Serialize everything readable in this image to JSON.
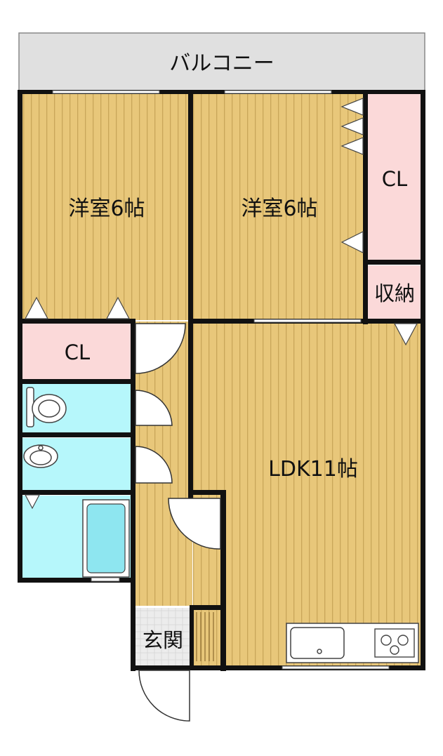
{
  "floor_plan": {
    "balcony_label": "バルコニー",
    "western_room_left_label": "洋室6帖",
    "western_room_right_label": "洋室6帖",
    "closet_right_label": "CL",
    "closet_left_label": "CL",
    "storage_label": "収納",
    "ldk_label": "LDK11帖",
    "entrance_label": "玄関"
  },
  "colors": {
    "room_floor": "#e8c77a",
    "room_stripe": "#c9a65a",
    "closet": "#fbd9d9",
    "wet_area": "#b6f7fb",
    "balcony": "#e0e0e0",
    "entrance": "#ececec",
    "wall": "#111111"
  },
  "icons": [
    "toilet-icon",
    "washbasin-icon",
    "bathtub-icon",
    "sink-icon",
    "stove-icon"
  ]
}
